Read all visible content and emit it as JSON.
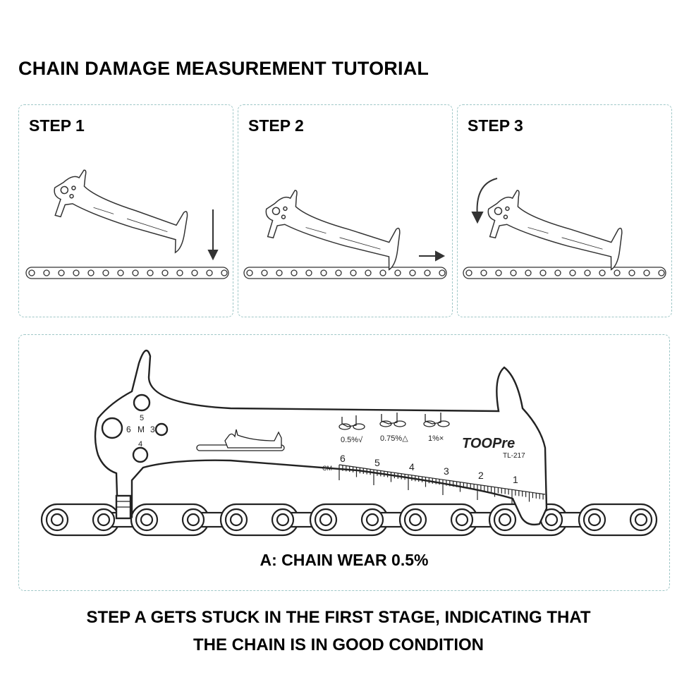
{
  "title": "CHAIN DAMAGE MEASUREMENT TUTORIAL",
  "steps": [
    {
      "label": "STEP 1"
    },
    {
      "label": "STEP 2"
    },
    {
      "label": "STEP 3"
    }
  ],
  "tool": {
    "brand": "TOOPre",
    "model": "TL-217",
    "wear_marks": [
      "0.5%√",
      "0.75%△",
      "1%×"
    ],
    "unit": "CM",
    "scale_numbers": [
      "6",
      "5",
      "4",
      "3",
      "2",
      "1"
    ],
    "hole_labels": [
      "5",
      "6",
      "M",
      "3",
      "4"
    ]
  },
  "caption": "A: CHAIN WEAR 0.5%",
  "conclusion": {
    "line1": "STEP A GETS STUCK IN THE FIRST STAGE, INDICATING THAT",
    "line2": "THE CHAIN IS IN GOOD CONDITION"
  }
}
